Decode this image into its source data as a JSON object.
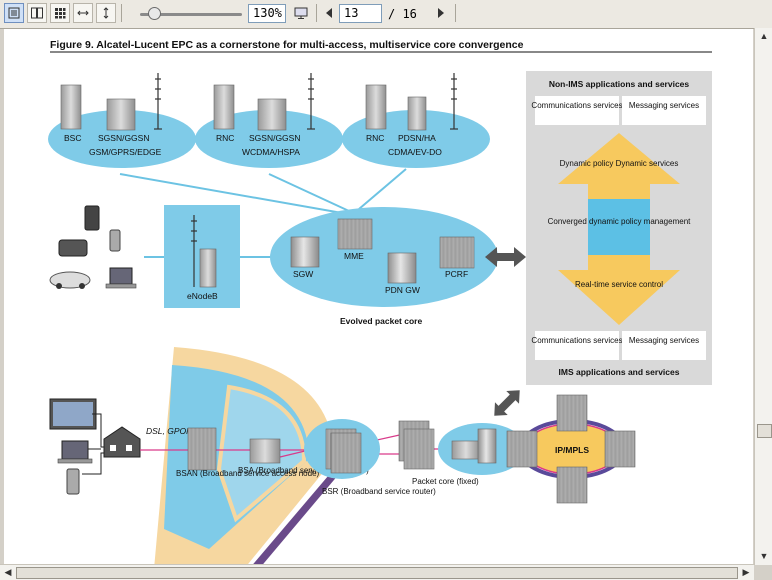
{
  "toolbar": {
    "zoom": "130%",
    "page_current": "13",
    "page_total": "/ 16",
    "zoom_slider_fraction": 0.1
  },
  "figure": {
    "caption": "Figure 9. Alcatel-Lucent EPC as a cornerstone for multi-access, multiservice core convergence",
    "gsm_bsc": "BSC",
    "gsm_sgsn": "SGSN/GGSN",
    "gsm_label": "GSM/GPRS/EDGE",
    "wcdma_rnc": "RNC",
    "wcdma_sgsn": "SGSN/GGSN",
    "wcdma_label": "WCDMA/HSPA",
    "cdma_rnc": "RNC",
    "cdma_pdsn": "PDSN/HA",
    "cdma_label": "CDMA/EV-DO",
    "enodeb": "eNodeB",
    "sgw": "SGW",
    "mme": "MME",
    "pdn_gw": "PDN GW",
    "pcrf": "PCRF",
    "epc_label": "Evolved packet core",
    "non_ims_title": "Non-IMS applications and services",
    "comm_services_top": "Communications services",
    "messaging_services_top": "Messaging services",
    "dynamic_policy": "Dynamic policy Dynamic services",
    "converged": "Converged dynamic policy management",
    "realtime": "Real-time service control",
    "comm_services_bottom": "Communications services",
    "messaging_services_bottom": "Messaging services",
    "ims_title": "IMS applications and services",
    "dsl_gpon": "DSL, GPON",
    "bsan": "BSAN (Broadband service access node)",
    "bsa": "BSA (Broadband service aggregator)",
    "bsr": "BSR (Broadband service router)",
    "packet_core_fixed": "Packet core (fixed)",
    "ip_mpls": "IP/MPLS"
  },
  "colors": {
    "ellipse_blue": "#7fcbe8",
    "panel_gray": "#d9d9d9",
    "arrow_yellow": "#f7c95e",
    "converged_blue": "#5cc0e5",
    "fan_tan": "#f6d7a0"
  }
}
